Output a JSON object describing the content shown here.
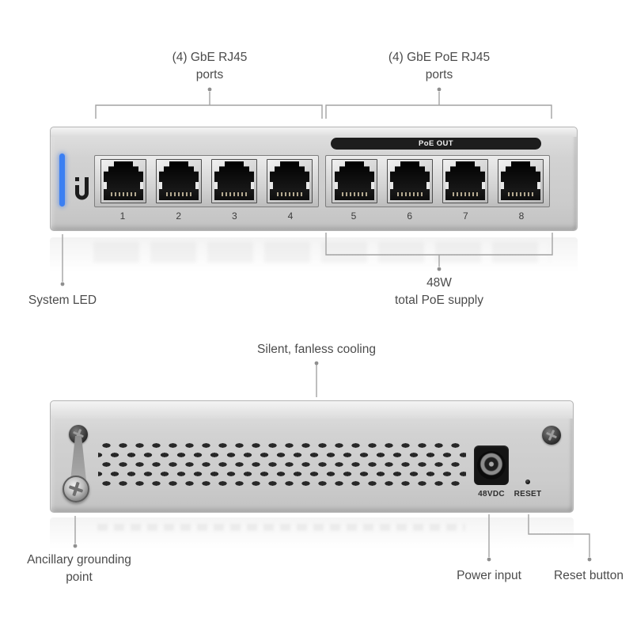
{
  "annotations": {
    "gbe_ports": {
      "line1": "(4) GbE RJ45",
      "line2": "ports"
    },
    "poe_ports": {
      "line1": "(4) GbE PoE RJ45",
      "line2": "ports"
    },
    "system_led": "System LED",
    "poe_supply": {
      "line1": "48W",
      "line2": "total PoE supply"
    },
    "cooling": "Silent, fanless cooling",
    "grounding": {
      "line1": "Ancillary grounding",
      "line2": "point"
    },
    "power_input": "Power input",
    "reset_button": "Reset button"
  },
  "front": {
    "poe_out_label": "PoE OUT",
    "port_numbers": [
      "1",
      "2",
      "3",
      "4",
      "5",
      "6",
      "7",
      "8"
    ],
    "led_color": "#3b7ff2"
  },
  "rear": {
    "power_label": "48VDC",
    "reset_label": "RESET"
  },
  "colors": {
    "led_blue": "#3b7ff2",
    "chassis_silver": "#d2d2d2",
    "poe_bar_dark": "#1d1d1d",
    "annotation_line": "#a3a3a3",
    "annotation_text": "#4c4c4c"
  }
}
